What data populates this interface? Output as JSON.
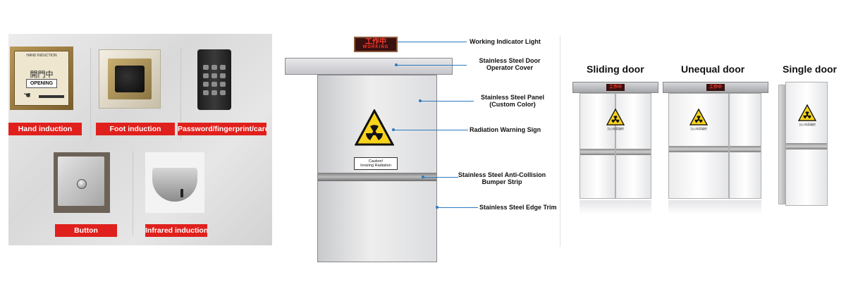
{
  "left_panel": {
    "options": [
      {
        "label": "Hand induction"
      },
      {
        "label": "Foot induction"
      },
      {
        "label": "Password/fingerprint/card"
      },
      {
        "label": "Button"
      },
      {
        "label": "Infrared induction"
      }
    ],
    "hand_sensor": {
      "caption": "HAND INDUCTION",
      "cn": "開門中",
      "opening": "OPENING"
    }
  },
  "diagram": {
    "indicator": {
      "cn": "工作中",
      "en": "WORKING"
    },
    "caution": {
      "line1": "Caution!",
      "line2": "Ionizing Radiation"
    },
    "callouts": [
      {
        "text": "Working Indicator Light"
      },
      {
        "text": "Stainless Steel Door\nOperator Cover"
      },
      {
        "text": "Stainless Steel Panel\n(Custom Color)"
      },
      {
        "text": "Radiation Warning Sign"
      },
      {
        "text": "Stainless Steel Anti-Collision\nBumper Strip"
      },
      {
        "text": "Stainless Steel Edge Trim"
      }
    ]
  },
  "door_types": [
    {
      "label": "Sliding door"
    },
    {
      "label": "Unequal door"
    },
    {
      "label": "Single door"
    }
  ],
  "door_mini": {
    "indicator_cn": "工作中",
    "sign_caption": "当心电离辐射"
  },
  "colors": {
    "label_red": "#e0201c",
    "callout_blue": "#2c7bc1",
    "radiation_yellow": "#f7d21b"
  }
}
